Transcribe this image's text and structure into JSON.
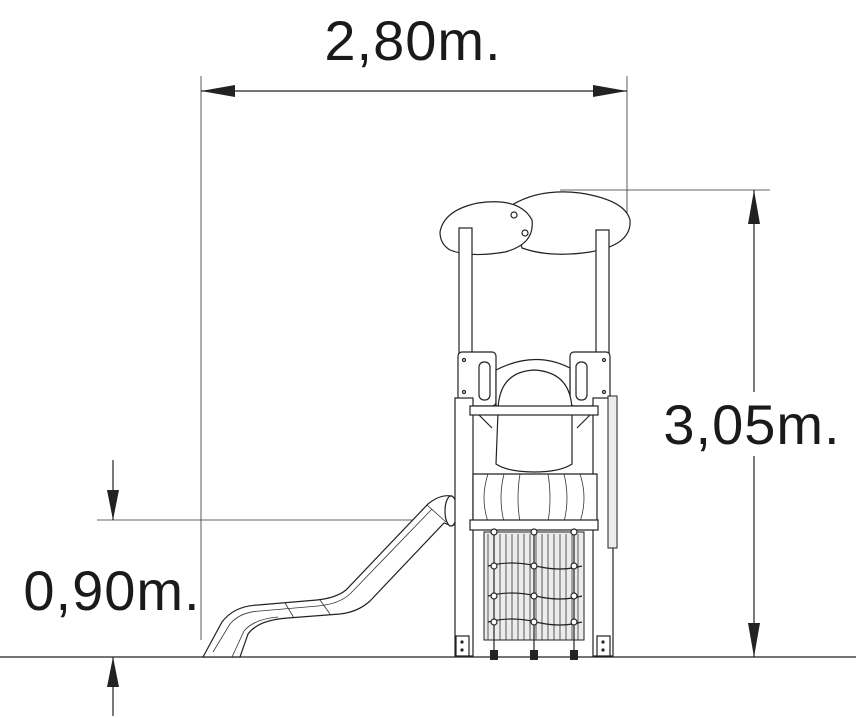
{
  "dimensions": {
    "width_label": "2,80m.",
    "height_label": "3,05m.",
    "platform_label": "0,90m."
  }
}
